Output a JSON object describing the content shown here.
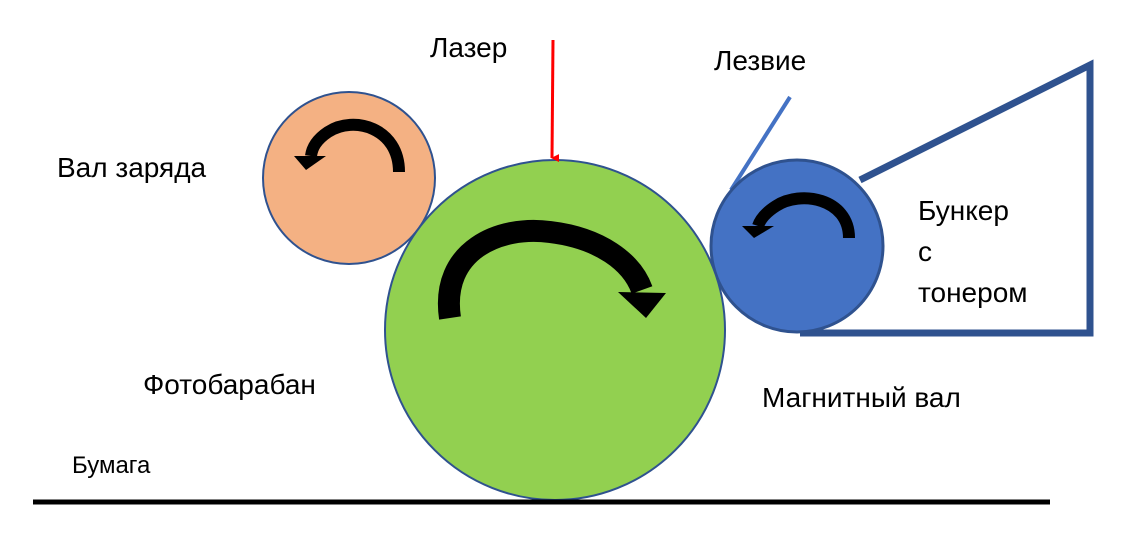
{
  "labels": {
    "laser": "Лазер",
    "blade": "Лезвие",
    "charge_roller": "Вал заряда",
    "hopper_line1": "Бункер",
    "hopper_line2": "с",
    "hopper_line3": "тонером",
    "drum": "Фотобарабан",
    "magnetic_roller": "Магнитный вал",
    "paper": "Бумага"
  },
  "colors": {
    "charge_roller_fill": "#F4B183",
    "charge_roller_stroke": "#2F528F",
    "drum_fill": "#92D050",
    "drum_stroke": "#2F528F",
    "magnetic_roller_fill": "#4472C4",
    "magnetic_roller_stroke": "#2F528F",
    "hopper_stroke": "#2F528F",
    "blade": "#4472C4",
    "laser": "#FF0000",
    "paper_line": "#000000",
    "rotation_arrows": "#000000"
  },
  "icons": {
    "rotation_charge": "counterclockwise-arrow",
    "rotation_drum": "clockwise-arrow",
    "rotation_magnetic": "counterclockwise-arrow",
    "laser_beam": "down-arrow"
  }
}
